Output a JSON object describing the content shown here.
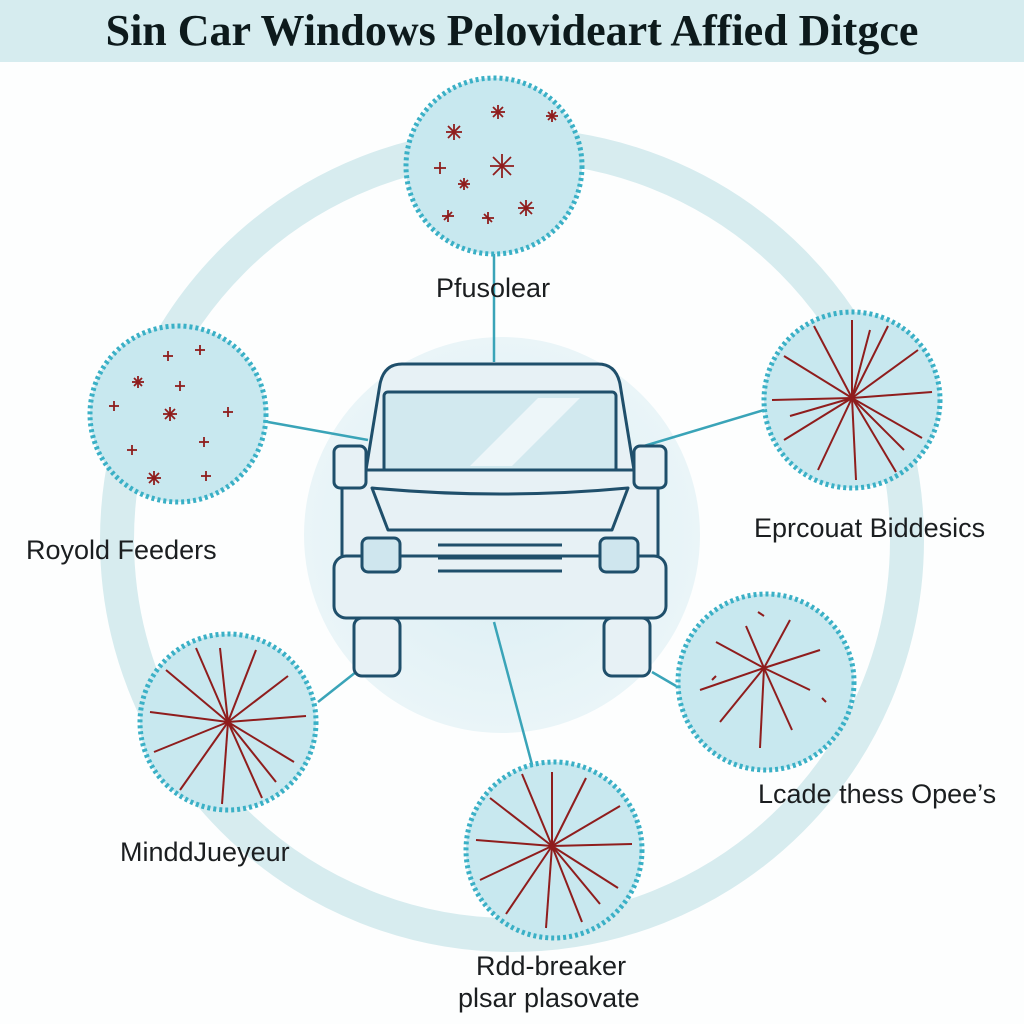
{
  "title": "Sin Car Windows Pelovideart Affied Ditgce",
  "labels": {
    "top": "Pfusolear",
    "left": "Royold Feeders",
    "right": "Eprcouat Biddesics",
    "lower_right": "Lcade thess Opee’s",
    "lower_left": "MinddJueyeur",
    "bottom_line1": "Rdd-breaker",
    "bottom_line2": "plsar plasovate"
  },
  "colors": {
    "ring": "#d7ecef",
    "disc_fill": "#c8e8ef",
    "disc_border": "#3ab0c6",
    "connector": "#3aa4b8",
    "car_outline": "#1f4f6b",
    "car_fill": "#e7f1f5",
    "crack": "#8f1d1d",
    "title_band": "#d6ecef"
  }
}
